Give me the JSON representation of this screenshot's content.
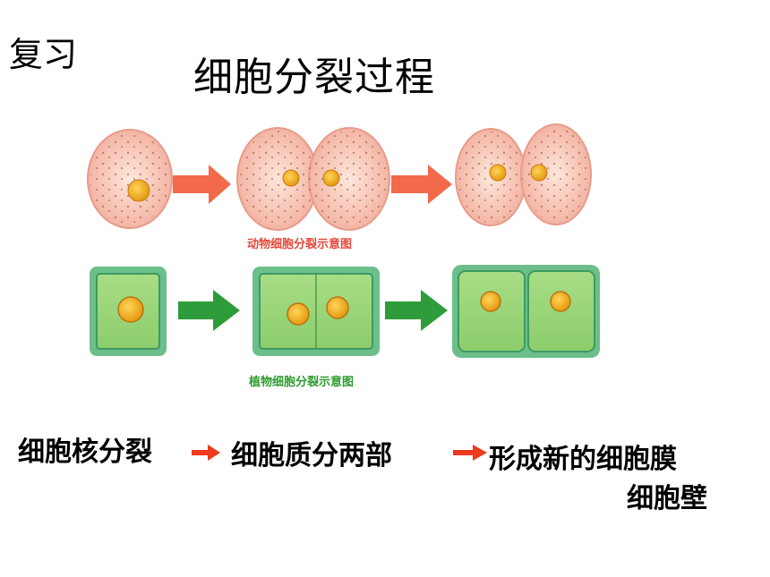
{
  "slide": {
    "review_label": "复习",
    "title": "细胞分裂过程",
    "animal_caption": "动物细胞分裂示意图",
    "plant_caption": "植物细胞分裂示意图",
    "steps": [
      "细胞核分裂",
      "细胞质分两部",
      "形成新的细胞膜",
      "细胞壁"
    ]
  },
  "colors": {
    "animal_cell": "#f6c2b2",
    "animal_arrow": "#f26a4a",
    "plant_cell": "#9fd87a",
    "plant_wall": "#3d9a62",
    "plant_arrow": "#2e9c3a",
    "nucleus": "#f2b624",
    "small_arrow": "#ee3a1e"
  },
  "icons": [
    "right-arrow-icon"
  ]
}
